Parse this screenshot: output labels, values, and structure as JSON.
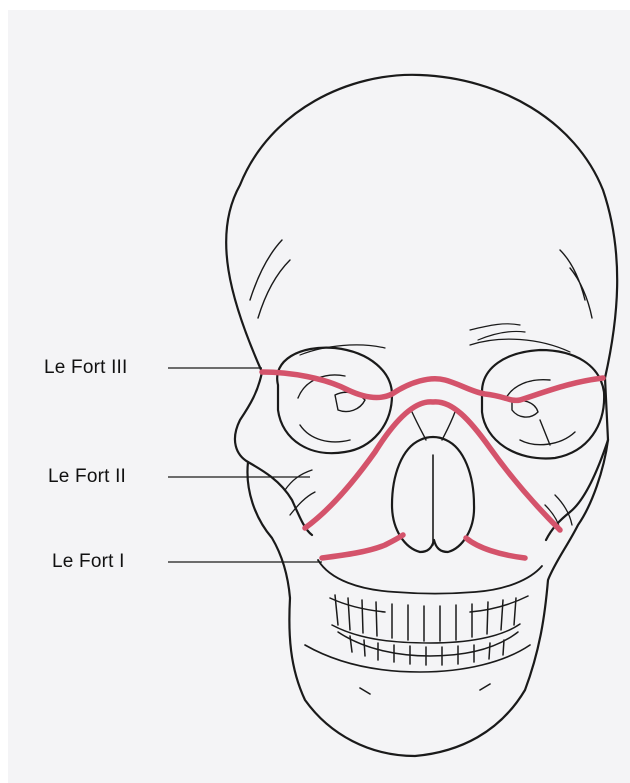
{
  "labels": {
    "le_fort_3": "Le Fort III",
    "le_fort_2": "Le Fort II",
    "le_fort_1": "Le Fort I"
  },
  "colors": {
    "fracture_line": "#d4536b",
    "outline": "#1a1a1a",
    "paper": "#f4f4f6"
  }
}
